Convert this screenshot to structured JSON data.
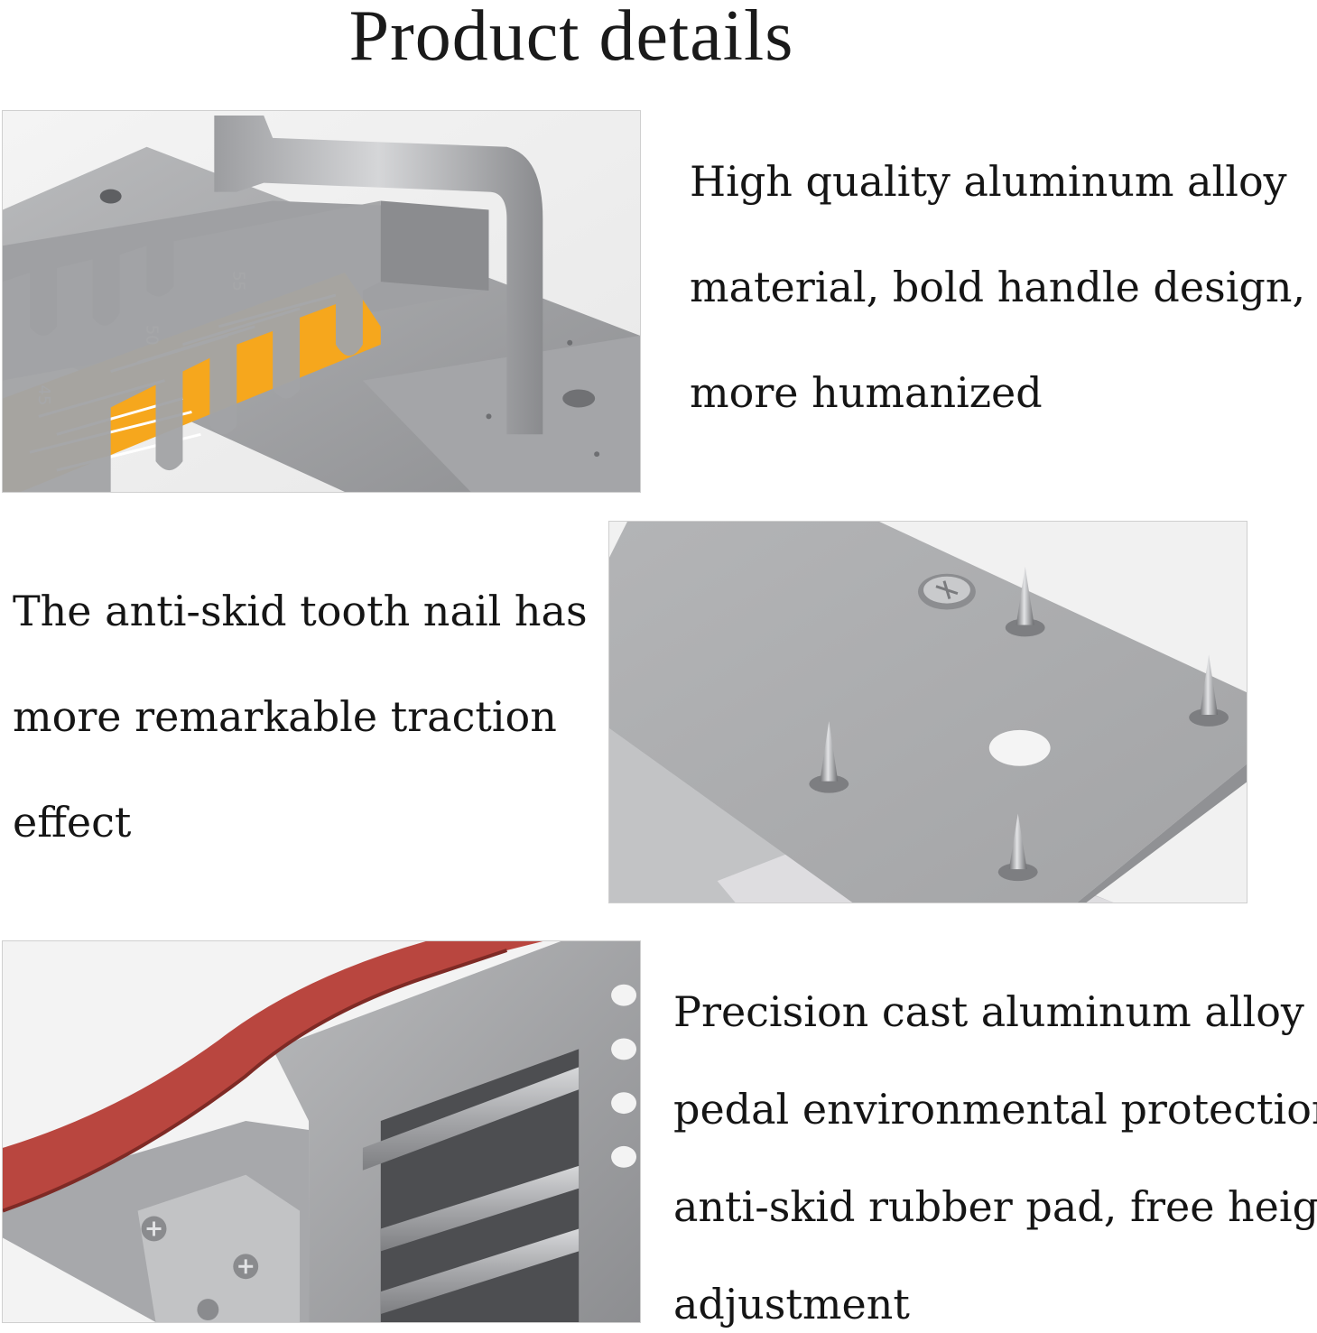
{
  "page": {
    "title": "Product details"
  },
  "sections": [
    {
      "lines": [
        "High quality aluminum alloy",
        "material, bold handle design,",
        "more humanized"
      ]
    },
    {
      "lines": [
        "The anti-skid tooth nail has",
        "more remarkable traction",
        "effect"
      ]
    },
    {
      "lines": [
        "Precision cast aluminum alloy",
        "pedal environmental protection",
        "anti-skid rubber pad, free height",
        "adjustment"
      ]
    }
  ],
  "photo1": {
    "scale_labels": [
      "55",
      "50",
      "45"
    ]
  },
  "colors": {
    "aluminum": "#a9aaac",
    "aluminum_dark": "#838487",
    "scale_orange": "#f6a71d",
    "rubber_red": "#b9463f"
  }
}
